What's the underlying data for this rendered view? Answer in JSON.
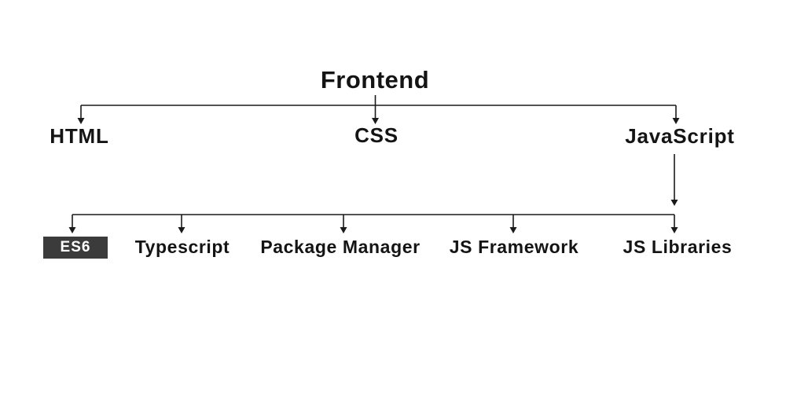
{
  "diagram": {
    "title": "Frontend",
    "level1": [
      {
        "label": "HTML"
      },
      {
        "label": "CSS"
      },
      {
        "label": "JavaScript"
      }
    ],
    "level2": [
      {
        "label": "ES6",
        "highlighted": true
      },
      {
        "label": "Typescript",
        "highlighted": false
      },
      {
        "label": "Package Manager",
        "highlighted": false
      },
      {
        "label": "JS Framework",
        "highlighted": false
      },
      {
        "label": "JS Libraries",
        "highlighted": false
      }
    ],
    "colors": {
      "line": "#1a1a1a",
      "text": "#141414",
      "highlight_bg": "#3b3b3b",
      "highlight_text": "#ffffff",
      "background": "#ffffff"
    }
  }
}
